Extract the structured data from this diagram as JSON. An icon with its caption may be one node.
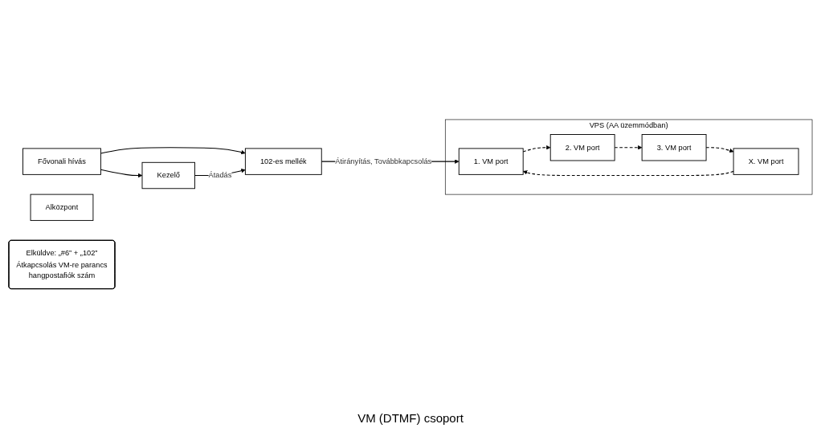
{
  "diagram": {
    "nodes": [
      {
        "text": [
          "Fővonali hívás"
        ]
      },
      {
        "text": [
          "Alközpont"
        ]
      },
      {
        "text": [
          "Kezelő"
        ]
      },
      {
        "text": [
          "102-es mellék"
        ]
      },
      {
        "text": [
          "Elküldve: „#6”  +  „102”",
          "Átkapcsolás VM-re parancs",
          "hangpostafiók szám"
        ]
      },
      {
        "text": [
          "VPS (AA üzemmódban)"
        ]
      },
      {
        "text": [
          "1. VM port"
        ],
        "in": 5
      },
      {
        "text": [
          "2. VM port"
        ],
        "in": 5
      },
      {
        "text": [
          "3. VM port"
        ],
        "in": 5
      },
      {
        "text": [
          "X. VM port"
        ],
        "in": 5
      }
    ],
    "edges": [
      {
        "from": 0,
        "to": 2,
        "arrow": "to"
      },
      {
        "from": 0,
        "to": 3,
        "arrow": "to"
      },
      {
        "from": 2,
        "to": 3,
        "label": "Átadás",
        "arrow": "to"
      },
      {
        "from": 3,
        "to": 6,
        "label": "Átirányítás, Továbbkapcsolás",
        "arrow": "to"
      },
      {
        "from": 6,
        "to": 7,
        "arrow": "to",
        "style": "dashed"
      },
      {
        "from": 7,
        "to": 8,
        "arrow": "to",
        "style": "dashed"
      },
      {
        "from": 8,
        "to": 9,
        "arrow": "to",
        "style": "dashed"
      },
      {
        "from": 9,
        "to": 6,
        "arrow": "to",
        "style": "dashed"
      }
    ],
    "labels": [
      "VM (DTMF) csoport"
    ]
  }
}
